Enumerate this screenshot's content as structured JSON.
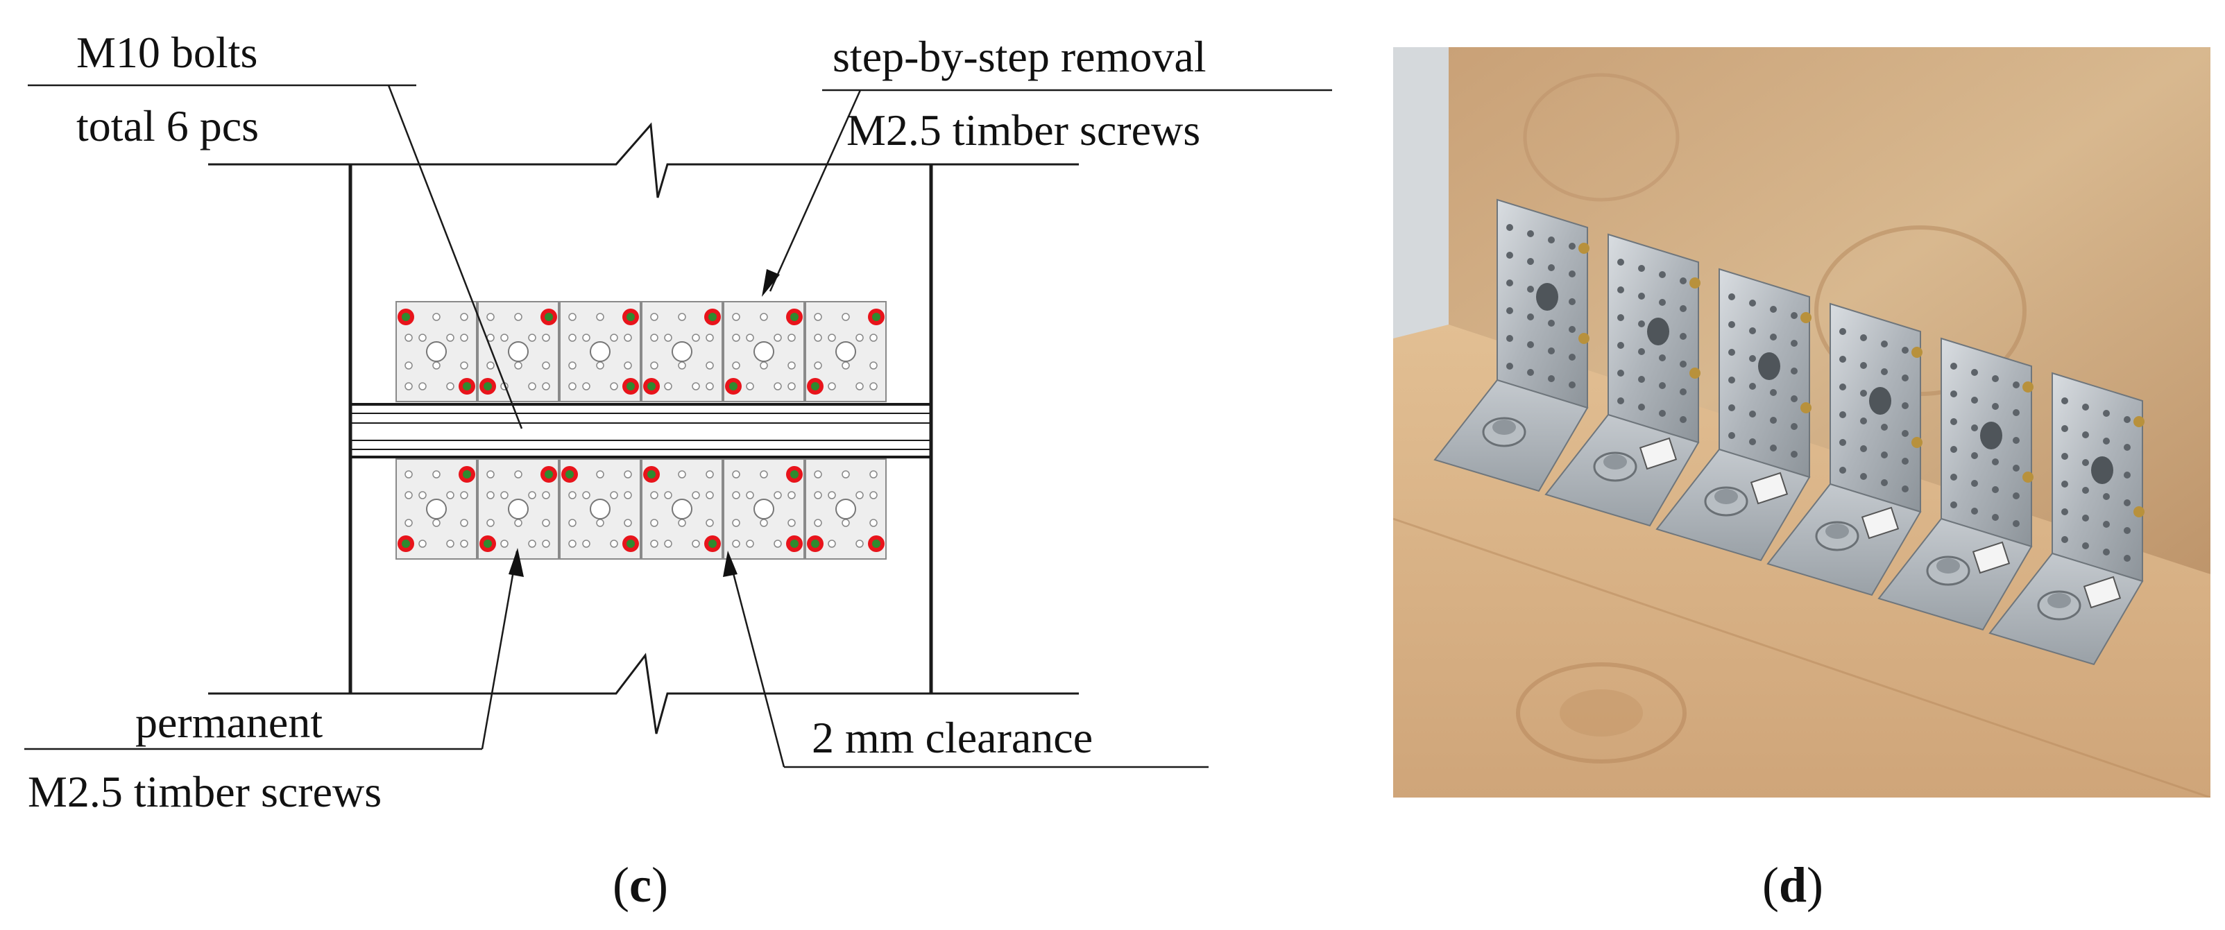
{
  "panel_c": {
    "caption_letter": "c",
    "labels": {
      "bolts_line1": "M10 bolts",
      "bolts_line2": "total 6 pcs",
      "removal_line1": "step-by-step removal",
      "removal_line2": "M2.5 timber screws",
      "permanent_line1": "permanent",
      "permanent_line2": "M2.5 timber screws",
      "clearance": "2 mm clearance"
    },
    "colors": {
      "line": "#1a1a1a",
      "screw_red": "#e8141b",
      "screw_green": "#2f8a2f",
      "plate": "#eeeeee"
    }
  },
  "panel_d": {
    "caption_letter": "d",
    "photo_description_icon": "angle-brackets-photo"
  }
}
